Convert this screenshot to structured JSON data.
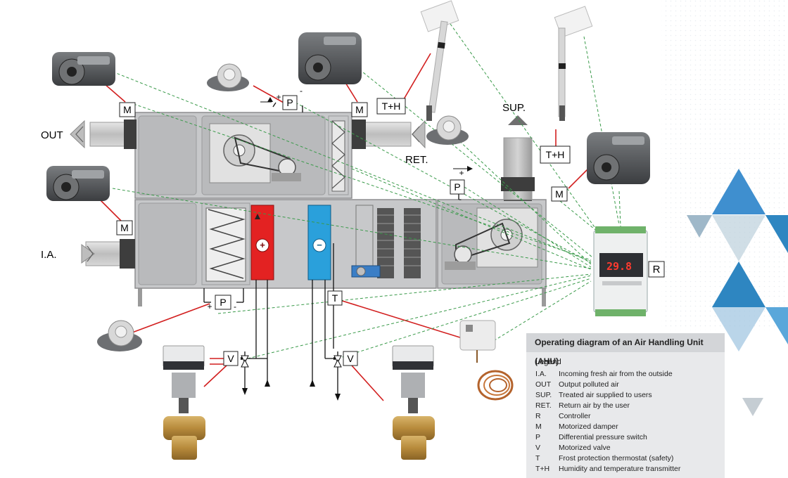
{
  "labels": {
    "out": "OUT",
    "ia": "I.A.",
    "sup": "SUP.",
    "ret": "RET.",
    "m": "M",
    "p": "P",
    "th": "T+H",
    "v": "V",
    "t": "T",
    "r": "R",
    "plus": "+",
    "minus": "-"
  },
  "controller": {
    "display": "29.8"
  },
  "legend": {
    "title": "Operating diagram of an Air Handling Unit (AHU)",
    "heading": "Legend",
    "items": [
      {
        "key": "I.A.",
        "text": "Incoming fresh air from the outside"
      },
      {
        "key": "OUT",
        "text": "Output polluted air"
      },
      {
        "key": "SUP.",
        "text": "Treated air supplied to users"
      },
      {
        "key": "RET.",
        "text": "Return air by the user"
      },
      {
        "key": "R",
        "text": "Controller"
      },
      {
        "key": "M",
        "text": "Motorized damper"
      },
      {
        "key": "P",
        "text": "Differential pressure switch"
      },
      {
        "key": "V",
        "text": "Motorized valve"
      },
      {
        "key": "T",
        "text": "Frost protection thermostat (safety)"
      },
      {
        "key": "T+H",
        "text": "Humidity and temperature transmitter"
      }
    ]
  },
  "colors": {
    "casing": "#c7c8ca",
    "heater": "#e32222",
    "cooler": "#2aa0db",
    "wire_red": "#d21f1f",
    "signal_green": "#3a9a4a",
    "accent_triangle": "#2e86c1"
  }
}
